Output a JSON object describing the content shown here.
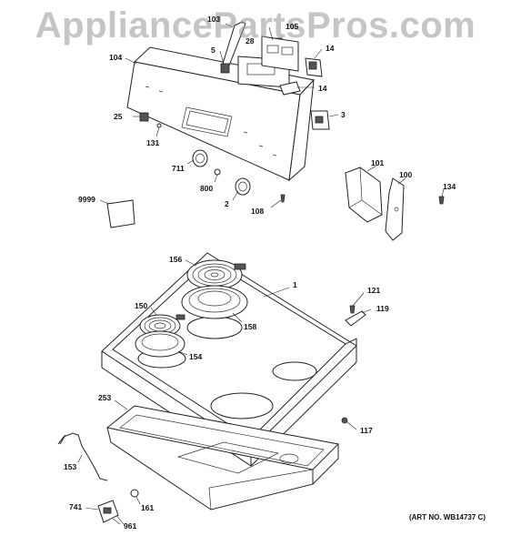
{
  "watermark": "AppliancePartsPros.com",
  "art_number": "(ART NO. WB14737 C)",
  "callouts": {
    "c103": "103",
    "c28": "28",
    "c105": "105",
    "c14a": "14",
    "c104": "104",
    "c5": "5",
    "c14b": "14",
    "c3": "3",
    "c25": "25",
    "c131": "131",
    "c711": "711",
    "c800": "800",
    "c2": "2",
    "c108": "108",
    "c101": "101",
    "c100": "100",
    "c134": "134",
    "c9999": "9999",
    "c156": "156",
    "c1": "1",
    "c121": "121",
    "c119": "119",
    "c150": "150",
    "c158": "158",
    "c154": "154",
    "c253": "253",
    "c117": "117",
    "c153": "153",
    "c741": "741",
    "c161": "161",
    "c961": "961"
  }
}
